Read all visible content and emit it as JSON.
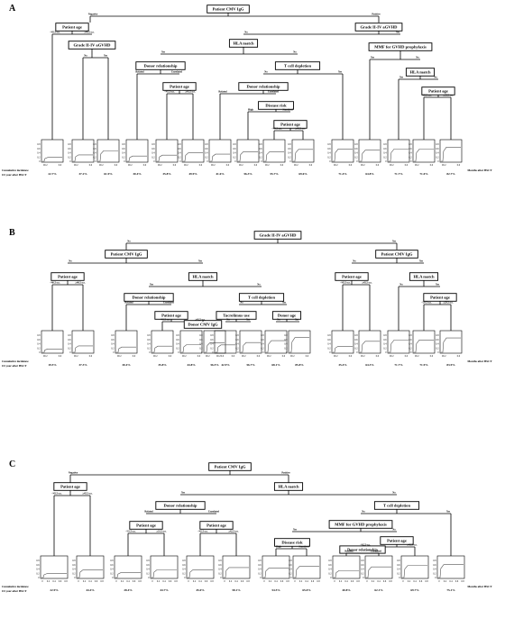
{
  "panels": [
    {
      "letter": "A",
      "nodes": [
        "Patient CMV IgG",
        "Patient age",
        "Grade II-IV aGVHD",
        "Grade II-IV aGVHD",
        "HLA match",
        "MMF for GVHD prophylaxis",
        "Donor relationship",
        "T cell depletion",
        "HLA match",
        "Patient age",
        "Donor relationship",
        "Patient age",
        "Disease risk",
        "Patient age"
      ],
      "branch_labels": [
        "Negative",
        "Positive",
        "<45.5 y.o.",
        "≥45.5 y.o.",
        "No",
        "Yes",
        "No",
        "Yes",
        "Yes",
        "No",
        "Related",
        "Unrelated",
        "No",
        "Yes",
        "<41.5 y.o.",
        "≥41.5 y.o.",
        "Related",
        "Unrelated",
        "High",
        "Standard",
        "<49.5 y.o.",
        "≥49.5 y.o.",
        "<35.5 y.o.",
        "≥35.5 y.o."
      ],
      "incidences": [
        "22.7%",
        "37.2%",
        "61.9%",
        "30.4%",
        "35.8%",
        "49.9%",
        "41.6%",
        "56.3%",
        "55.7%",
        "69.6%",
        "71.4%",
        "64.8%",
        "71.7%",
        "71.0%",
        "82.7%"
      ],
      "y_ticks": [
        "0.8",
        "0.6",
        "0.4",
        "0.2",
        "0"
      ],
      "x_ticks": [
        "00.2",
        "0.6"
      ]
    },
    {
      "letter": "B",
      "nodes": [
        "Grade II-IV aGVHD",
        "Patient CMV IgG",
        "Patient CMV IgG",
        "Patient age",
        "HLA match",
        "Patient age",
        "HLA match",
        "Donor relationship",
        "T cell depletion",
        "Patient age",
        "Patient age",
        "Tacrolimus use",
        "Donor age",
        "Donor CMV IgG"
      ],
      "branch_labels": [
        "No",
        "Yes",
        "No",
        "Yes",
        "No",
        "Yes",
        "<40.5 y.o.",
        "≥40.5 y.o.",
        "Yes",
        "No",
        "<45.5 y.o.",
        "≥45.5 y.o.",
        "No",
        "Yes",
        "Related",
        "Unrelated",
        "No",
        "Yes",
        "<29.5 y.o.",
        "≥29.5 y.o.",
        "<41.5 y.o.",
        "≥41.5 y.o.",
        "No",
        "Yes",
        "No",
        "Yes",
        "No",
        "Yes"
      ],
      "incidences": [
        "19.5%",
        "37.3%",
        "30.4%",
        "35.8%",
        "44.8%",
        "56.5%",
        "42.9%",
        "56.7%",
        "68.1%",
        "85.8%",
        "35.4%",
        "64.3%",
        "71.7%",
        "71.9%",
        "83.9%"
      ],
      "y_ticks": [
        "0.8",
        "0.6",
        "0.4",
        "0.2",
        "0"
      ],
      "x_ticks": [
        "00.2",
        "0.6"
      ]
    },
    {
      "letter": "C",
      "nodes": [
        "Patient CMV IgG",
        "Patient age",
        "HLA match",
        "Donor relationship",
        "T cell depletion",
        "Patient age",
        "Patient age",
        "MMF for GVHD prophylaxis",
        "Disease risk",
        "Patient age",
        "Donor relationship"
      ],
      "branch_labels": [
        "Negative",
        "Positive",
        "<45.5 y.o.",
        "≥45.5 y.o.",
        "Yes",
        "No",
        "Related",
        "Unrelated",
        "No",
        "Yes",
        "<31.5 y.o.",
        "≥31.5 y.o.",
        "<42.5 y.o.",
        "≥42.5 y.o.",
        "Yes",
        "No",
        "High",
        "Standard",
        "<42.5 y.o.",
        "≥42.5 y.o.",
        "Related",
        "Unrelated"
      ],
      "incidences": [
        "22.9%",
        "44.4%",
        "28.4%",
        "44.7%",
        "45.0%",
        "58.1%",
        "54.5%",
        "65.0%",
        "40.8%",
        "62.1%",
        "69.7%",
        "75.1%"
      ],
      "y_ticks": [
        "0.8",
        "0.6",
        "0.4",
        "0.2",
        "0"
      ],
      "x_ticks": [
        "0",
        "0.2",
        "0.4",
        "0.6",
        "0.8"
      ]
    }
  ],
  "footer_left_line1": "Cumulative incidence",
  "footer_left_line2": "0.5 year after HSCT",
  "footer_right": "Months after HSCT",
  "line_color": "#555555"
}
